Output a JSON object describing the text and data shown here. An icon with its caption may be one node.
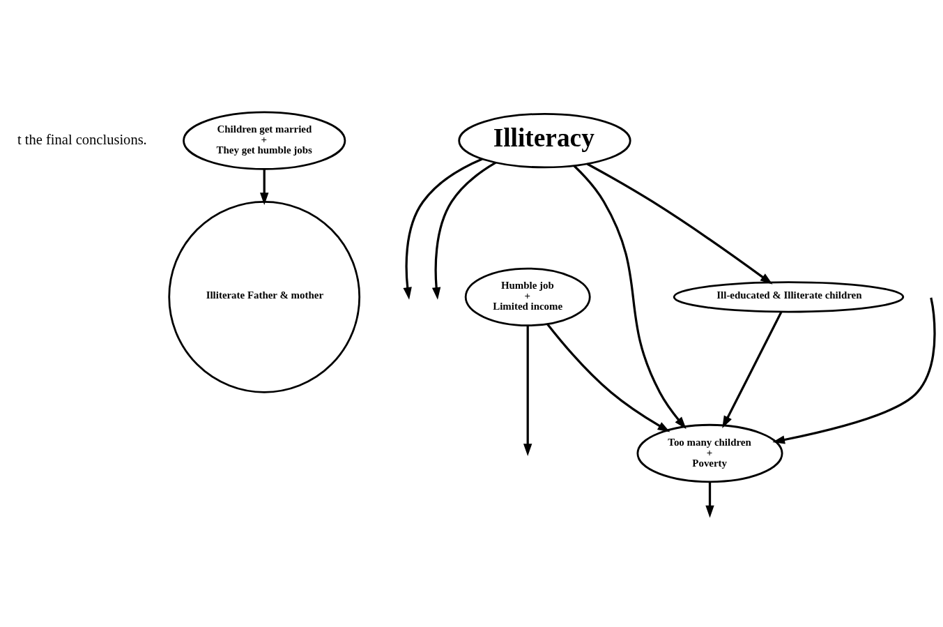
{
  "diagram": {
    "nodes": [
      {
        "text": [
          "Illiterate Father & mother"
        ]
      },
      {
        "text": [
          "Humble job",
          "+",
          "Limited income"
        ]
      },
      {
        "text": [
          "Children get married",
          "+",
          "They get humble jobs"
        ]
      },
      {
        "text": [
          "Illiteracy"
        ]
      },
      {
        "text": [
          "Too many children",
          "+",
          "Poverty"
        ]
      },
      {
        "text": [
          "Ill-educated & Illiterate children"
        ]
      }
    ],
    "edges": [
      {
        "from": 2,
        "to": 0,
        "arrow": "to"
      },
      {
        "from": 3,
        "to": null,
        "arrow": "to"
      },
      {
        "from": 3,
        "to": null,
        "arrow": "to"
      },
      {
        "from": 1,
        "to": null,
        "arrow": "to"
      },
      {
        "from": 3,
        "to": 4,
        "arrow": "to"
      },
      {
        "from": 1,
        "to": 4,
        "arrow": "to"
      },
      {
        "from": null,
        "to": 4,
        "arrow": "to"
      },
      {
        "from": 4,
        "to": null,
        "arrow": "to"
      },
      {
        "from": 3,
        "to": 5,
        "arrow": "to"
      },
      {
        "from": 5,
        "to": 4,
        "arrow": "to"
      }
    ],
    "labels": [
      "t the final conclusions."
    ]
  }
}
